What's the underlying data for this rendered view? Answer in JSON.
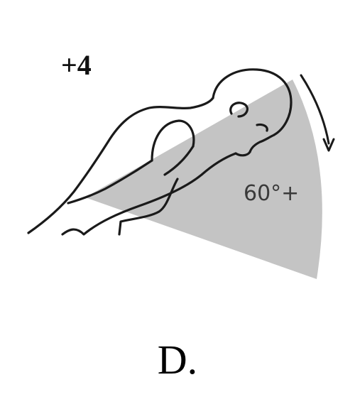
{
  "figure": {
    "score": "+4",
    "angle": "60°+",
    "option": "D."
  },
  "colors": {
    "wedge": "#c4c4c4",
    "outline": "#1a1a1a",
    "text": "#000000"
  },
  "icons": {
    "figure": "flexed-torso-figure-icon",
    "rotation": "curved-rotation-arrow-icon"
  }
}
